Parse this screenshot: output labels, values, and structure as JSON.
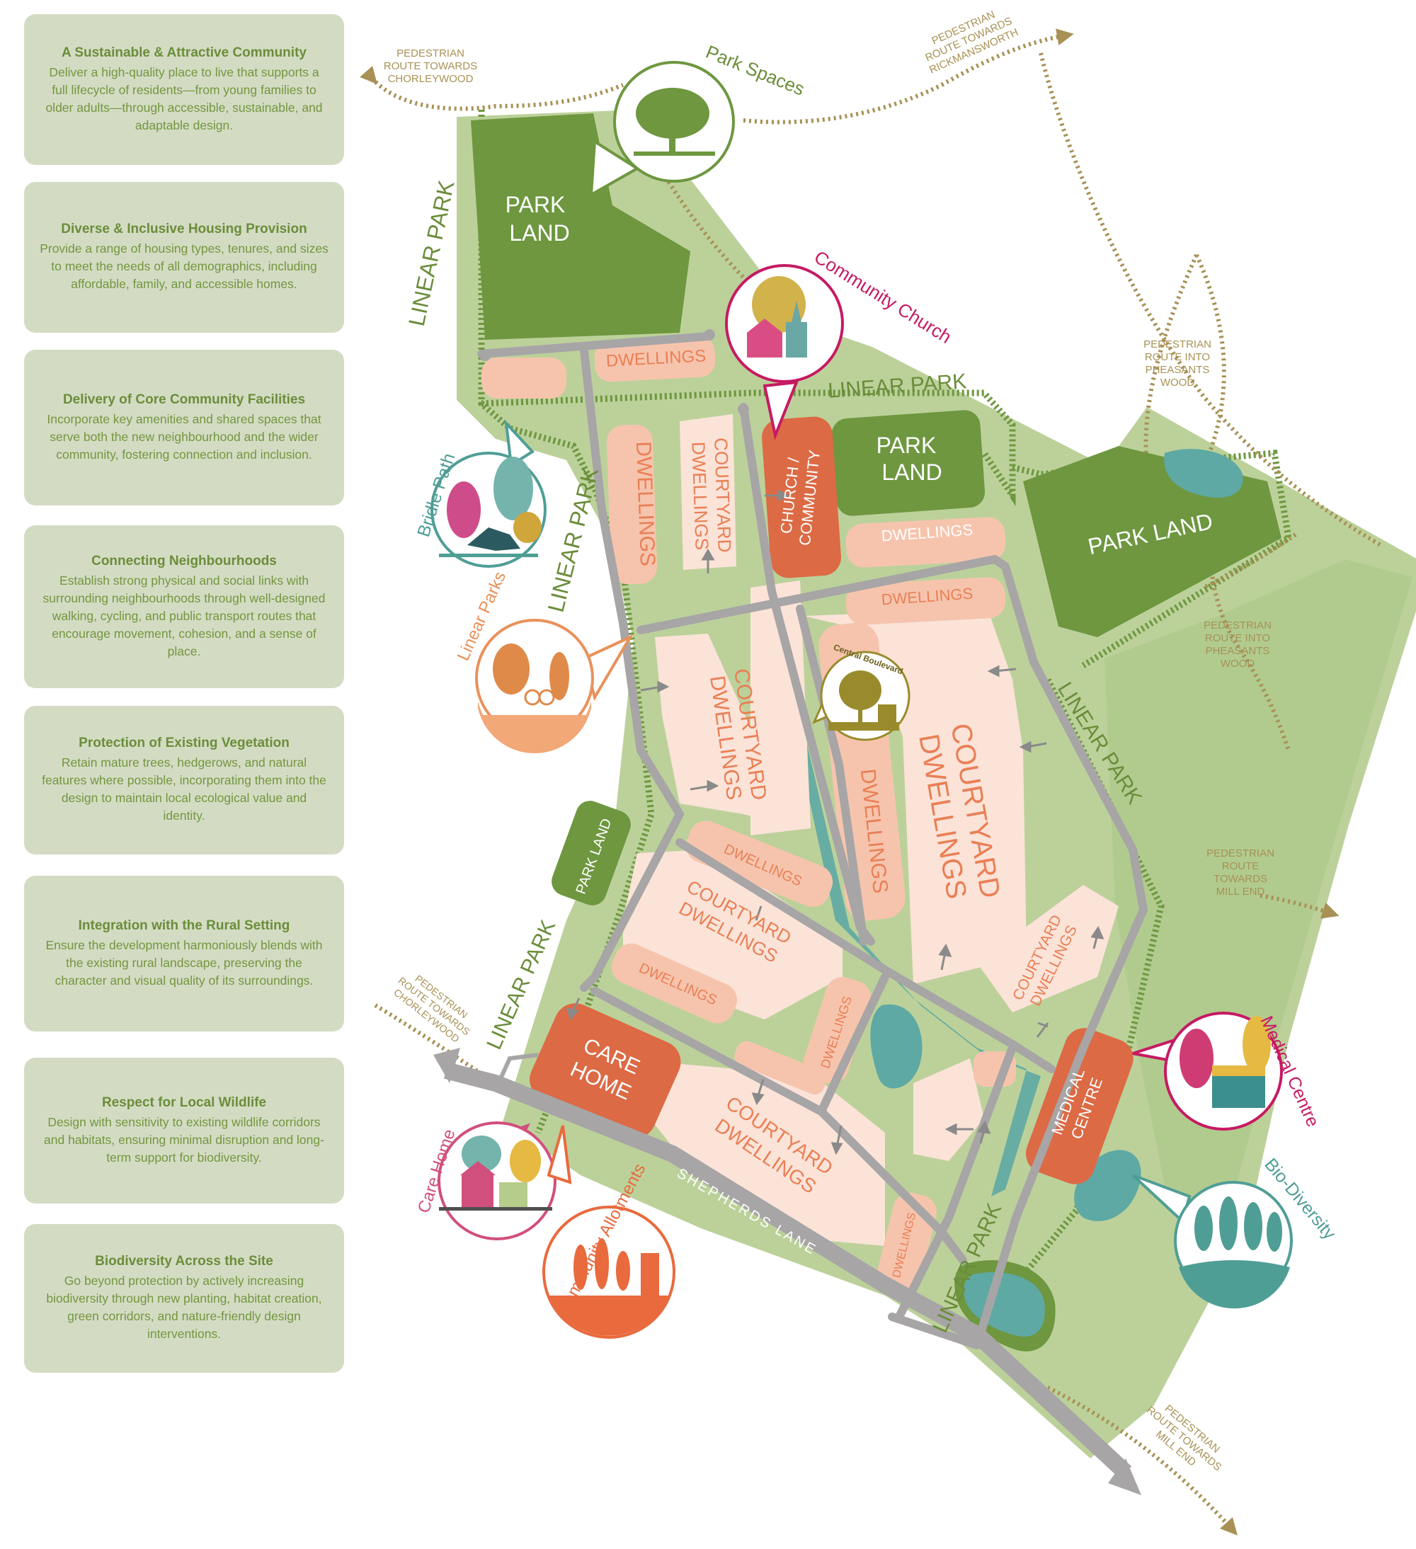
{
  "principles": [
    {
      "title": "A Sustainable & Attractive Community",
      "text": "Deliver a high-quality place to live that supports a full lifecycle of residents—from young families to older adults—through accessible, sustainable, and adaptable design."
    },
    {
      "title": "Diverse & Inclusive Housing Provision",
      "text": "Provide a range of housing types, tenures, and sizes to meet the needs of all demographics, including affordable, family, and accessible homes."
    },
    {
      "title": "Delivery of Core Community Facilities",
      "text": "Incorporate key amenities and shared spaces that serve both the new neighbourhood and the wider community, fostering connection and inclusion."
    },
    {
      "title": "Connecting Neighbourhoods",
      "text": "Establish strong physical and social links with surrounding neighbourhoods through well-designed walking, cycling, and public transport routes that encourage movement, cohesion, and a sense of place."
    },
    {
      "title": "Protection of Existing Vegetation",
      "text": "Retain mature trees, hedgerows, and natural features where possible, incorporating them into the design to maintain local ecological value and identity."
    },
    {
      "title": "Integration with the Rural Setting",
      "text": "Ensure the development harmoniously blends with the existing rural landscape, preserving the character and visual quality of its surroundings."
    },
    {
      "title": "Respect for Local Wildlife",
      "text": "Design with sensitivity to existing wildlife corridors and habitats, ensuring minimal disruption and long-term support for biodiversity."
    },
    {
      "title": "Biodiversity Across the Site",
      "text": "Go beyond protection by actively increasing biodiversity through new planting, habitat creation, green corridors, and nature-friendly design interventions."
    }
  ],
  "map": {
    "park_land": [
      "PARK",
      "LAND"
    ],
    "park_land_inline": "PARK LAND",
    "linear_park": "LINEAR PARK",
    "dwellings": "DWELLINGS",
    "courtyard": "COURTYARD",
    "dwellings_word": "DWELLINGS",
    "church": [
      "CHURCH /",
      "COMMUNITY"
    ],
    "care_home": [
      "CARE",
      "HOME"
    ],
    "medical": [
      "MEDICAL",
      "CENTRE"
    ],
    "shepherds_lane": "SHEPHERDS LANE",
    "routes": {
      "chorleywood_top": [
        "PEDESTRIAN",
        "ROUTE TOWARDS",
        "CHORLEYWOOD"
      ],
      "rickmansworth": [
        "PEDESTRIAN",
        "ROUTE TOWARDS",
        "RICKMANSWORTH"
      ],
      "pheasants_1": [
        "PEDESTRIAN",
        "ROUTE INTO",
        "PHEASANTS",
        "WOOD"
      ],
      "pheasants_2": [
        "PEDESTRIAN",
        "ROUTE INTO",
        "PHEASANTS",
        "WOOD"
      ],
      "mill_end_right": [
        "PEDESTRIAN",
        "ROUTE",
        "TOWARDS",
        "MILL END"
      ],
      "chorleywood_left": [
        "PEDESTRIAN",
        "ROUTE TOWARDS",
        "CHORLEYWOOD"
      ],
      "mill_end_bottom": [
        "PEDESTRIAN",
        "ROUTE TOWARDS",
        "MILL END"
      ]
    },
    "callouts": {
      "park_spaces": "Park Spaces",
      "community_church": "Community Church",
      "bridle_path": "Bridle Path",
      "linear_parks": "Linear Parks",
      "central_boulevard": "Central Boulevard",
      "medical_centre": "Medical Centre",
      "bio_diversity": "Bio-Diversity",
      "care_home": "Care Home",
      "community_allotments": "Community Allotments"
    }
  },
  "colors": {
    "panel_bg": "#d3dcc3",
    "panel_text": "#6b8d3a",
    "park_dark": "#6e9740",
    "park_light": "#bcd19a",
    "dwelling": "#fbe3d8",
    "dwelling_strip": "#f6c4ad",
    "dwelling_text": "#e97f55",
    "facility": "#dc6a45",
    "road": "#a7a5a6",
    "route": "#a89155",
    "water": "#5ea9a4"
  }
}
